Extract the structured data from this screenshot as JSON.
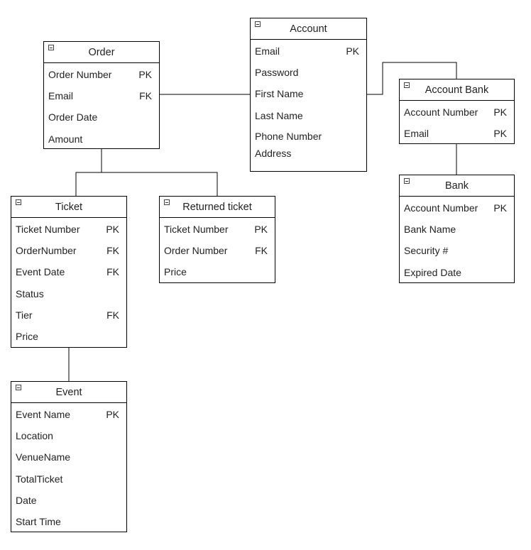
{
  "entities": {
    "order": {
      "title": "Order",
      "fields": [
        {
          "name": "Order Number",
          "key": "PK"
        },
        {
          "name": "Email",
          "key": "FK"
        },
        {
          "name": "Order Date",
          "key": ""
        },
        {
          "name": "Amount",
          "key": ""
        }
      ]
    },
    "account": {
      "title": "Account",
      "fields": [
        {
          "name": "Email",
          "key": "PK"
        },
        {
          "name": "Password",
          "key": ""
        },
        {
          "name": "First Name",
          "key": ""
        },
        {
          "name": "Last Name",
          "key": ""
        },
        {
          "name": "Phone Number",
          "key": ""
        },
        {
          "name": "Address",
          "key": ""
        }
      ]
    },
    "account_bank": {
      "title": "Account Bank",
      "fields": [
        {
          "name": "Account Number",
          "key": "PK"
        },
        {
          "name": "Email",
          "key": "PK"
        }
      ]
    },
    "bank": {
      "title": "Bank",
      "fields": [
        {
          "name": "Account Number",
          "key": "PK"
        },
        {
          "name": "Bank Name",
          "key": ""
        },
        {
          "name": "Security #",
          "key": ""
        },
        {
          "name": "Expired Date",
          "key": ""
        }
      ]
    },
    "ticket": {
      "title": "Ticket",
      "fields": [
        {
          "name": "Ticket Number",
          "key": "PK"
        },
        {
          "name": "OrderNumber",
          "key": "FK"
        },
        {
          "name": "Event Date",
          "key": "FK"
        },
        {
          "name": "Status",
          "key": ""
        },
        {
          "name": "Tier",
          "key": "FK"
        },
        {
          "name": "Price",
          "key": ""
        }
      ]
    },
    "returned_ticket": {
      "title": "Returned ticket",
      "fields": [
        {
          "name": "Ticket Number",
          "key": "PK"
        },
        {
          "name": "Order Number",
          "key": "FK"
        },
        {
          "name": "Price",
          "key": ""
        }
      ]
    },
    "event": {
      "title": "Event",
      "fields": [
        {
          "name": "Event Name",
          "key": "PK"
        },
        {
          "name": "Location",
          "key": ""
        },
        {
          "name": "VenueName",
          "key": ""
        },
        {
          "name": "TotalTicket",
          "key": ""
        },
        {
          "name": "Date",
          "key": ""
        },
        {
          "name": "Start Time",
          "key": ""
        }
      ]
    }
  },
  "relationships": [
    {
      "from": "order",
      "to": "account"
    },
    {
      "from": "account",
      "to": "account_bank"
    },
    {
      "from": "account_bank",
      "to": "bank"
    },
    {
      "from": "order",
      "to": "ticket"
    },
    {
      "from": "order",
      "to": "returned_ticket"
    },
    {
      "from": "ticket",
      "to": "event"
    }
  ]
}
